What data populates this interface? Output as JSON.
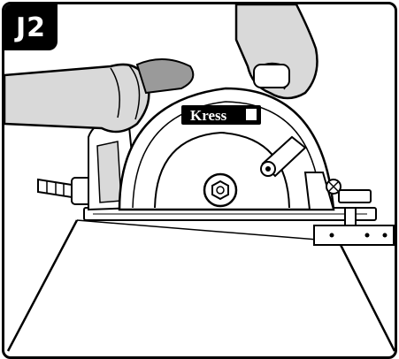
{
  "figure": {
    "step_label": "J2",
    "brand_name": "Kress"
  },
  "colors": {
    "ink": "#000000",
    "paper": "#ffffff",
    "shade": "#d9d9d9",
    "dark_shade": "#9a9a9a"
  },
  "icons": [
    "circular-saw-illustration",
    "left-hand-icon",
    "right-hand-icon",
    "parallel-guide-icon",
    "workpiece-icon"
  ]
}
